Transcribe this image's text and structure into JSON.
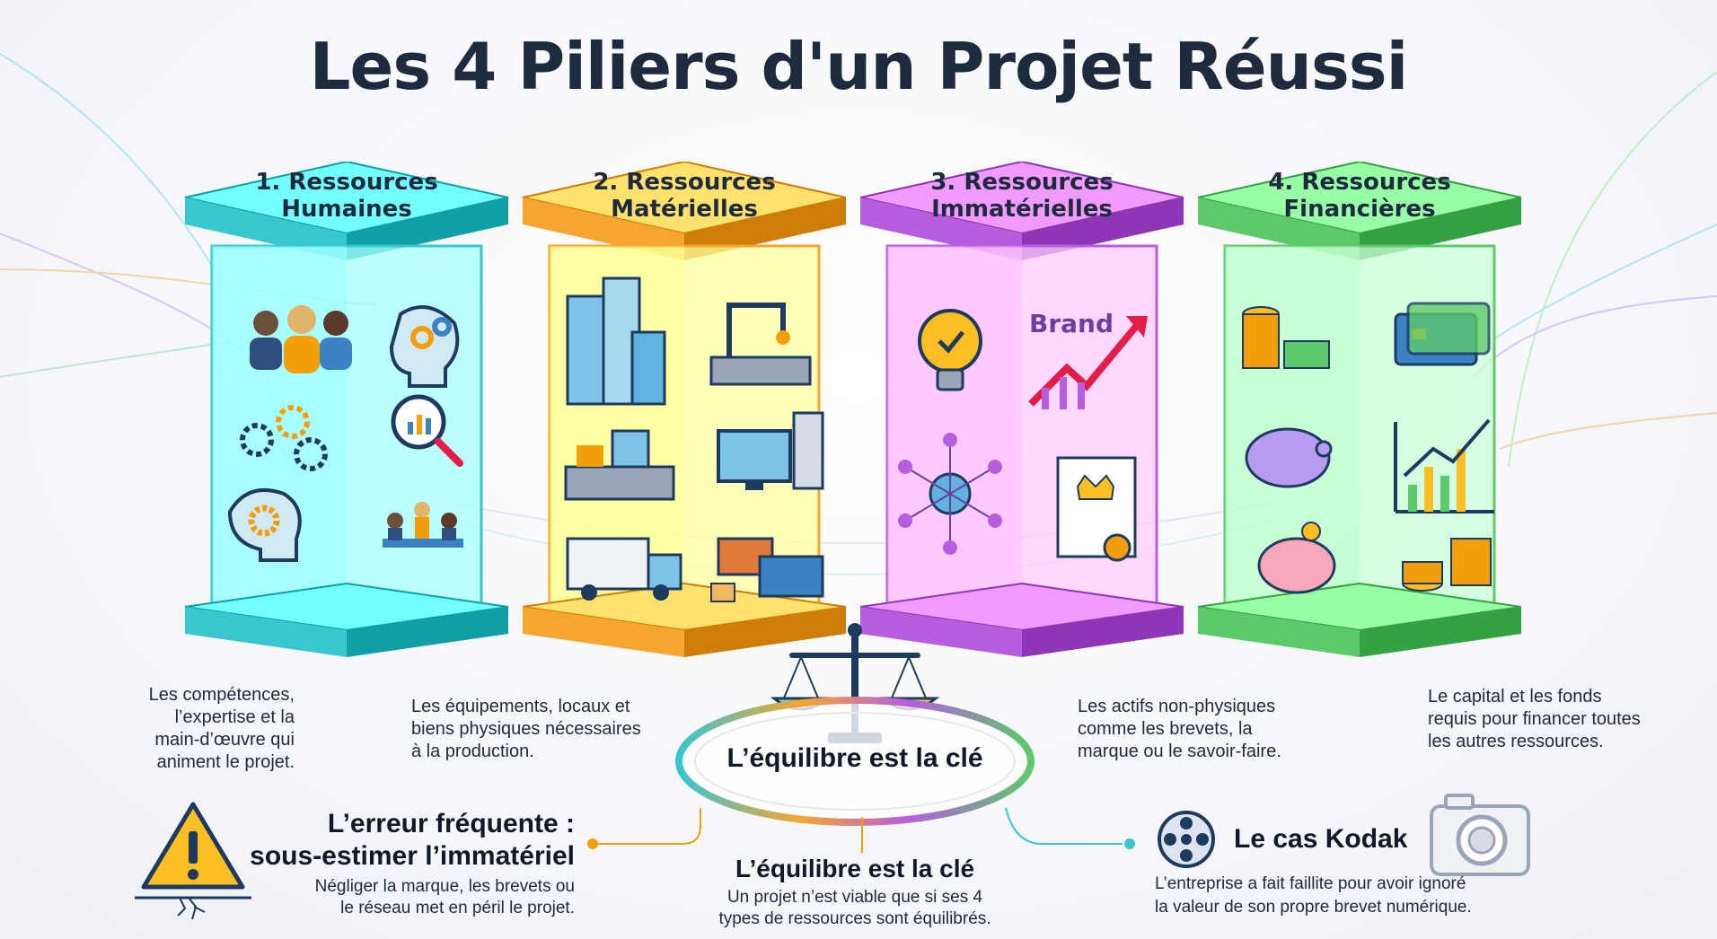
{
  "title": "Les 4 Piliers d'un Projet Réussi",
  "pillars": [
    {
      "number": "1.",
      "title_line1": "1. Ressources",
      "title_line2": "Humaines",
      "color": "#38c6cf",
      "description": [
        "Les compétences,",
        "l’expertise et la",
        "main-d’œuvre qui",
        "animent le projet."
      ]
    },
    {
      "number": "2.",
      "title_line1": "2. Ressources",
      "title_line2": "Matérielles",
      "color": "#f7a531",
      "description": [
        "Les équipements, locaux et",
        "biens physiques nécessaires",
        "à la production."
      ]
    },
    {
      "number": "3.",
      "title_line1": "3. Ressources",
      "title_line2": "Immatérielles",
      "color": "#b55ee0",
      "description": [
        "Les actifs non-physiques",
        "comme les brevets, la",
        "marque ou le savoir-faire."
      ],
      "brand_word": "Brand"
    },
    {
      "number": "4.",
      "title_line1": "4. Ressources",
      "title_line2": "Financières",
      "color": "#5cc96a",
      "description": [
        "Le capital et les fonds",
        "requis pour financer toutes",
        "les autres ressources."
      ]
    }
  ],
  "balance": {
    "ring_label": "L’équilibre est la clé",
    "heading": "L’équilibre est la clé",
    "text": [
      "Un projet n’est viable que si ses 4",
      "types de ressources sont équilibrés."
    ]
  },
  "warning": {
    "title_line1": "L’erreur fréquente :",
    "title_line2": "sous-estimer l’immatériel",
    "text": [
      "Négliger la marque, les brevets ou",
      "le réseau met en péril le projet."
    ]
  },
  "kodak": {
    "title": "Le cas Kodak",
    "text": [
      "L’entreprise a fait faillite pour avoir ignoré",
      "la valeur de son propre brevet numérique."
    ]
  },
  "colors": {
    "teal": "#38c6cf",
    "orange": "#f7a531",
    "purple": "#b55ee0",
    "green": "#5cc96a",
    "title": "#1e2a3d",
    "warning": "#f59e0b",
    "connector": "#f59e0b"
  }
}
